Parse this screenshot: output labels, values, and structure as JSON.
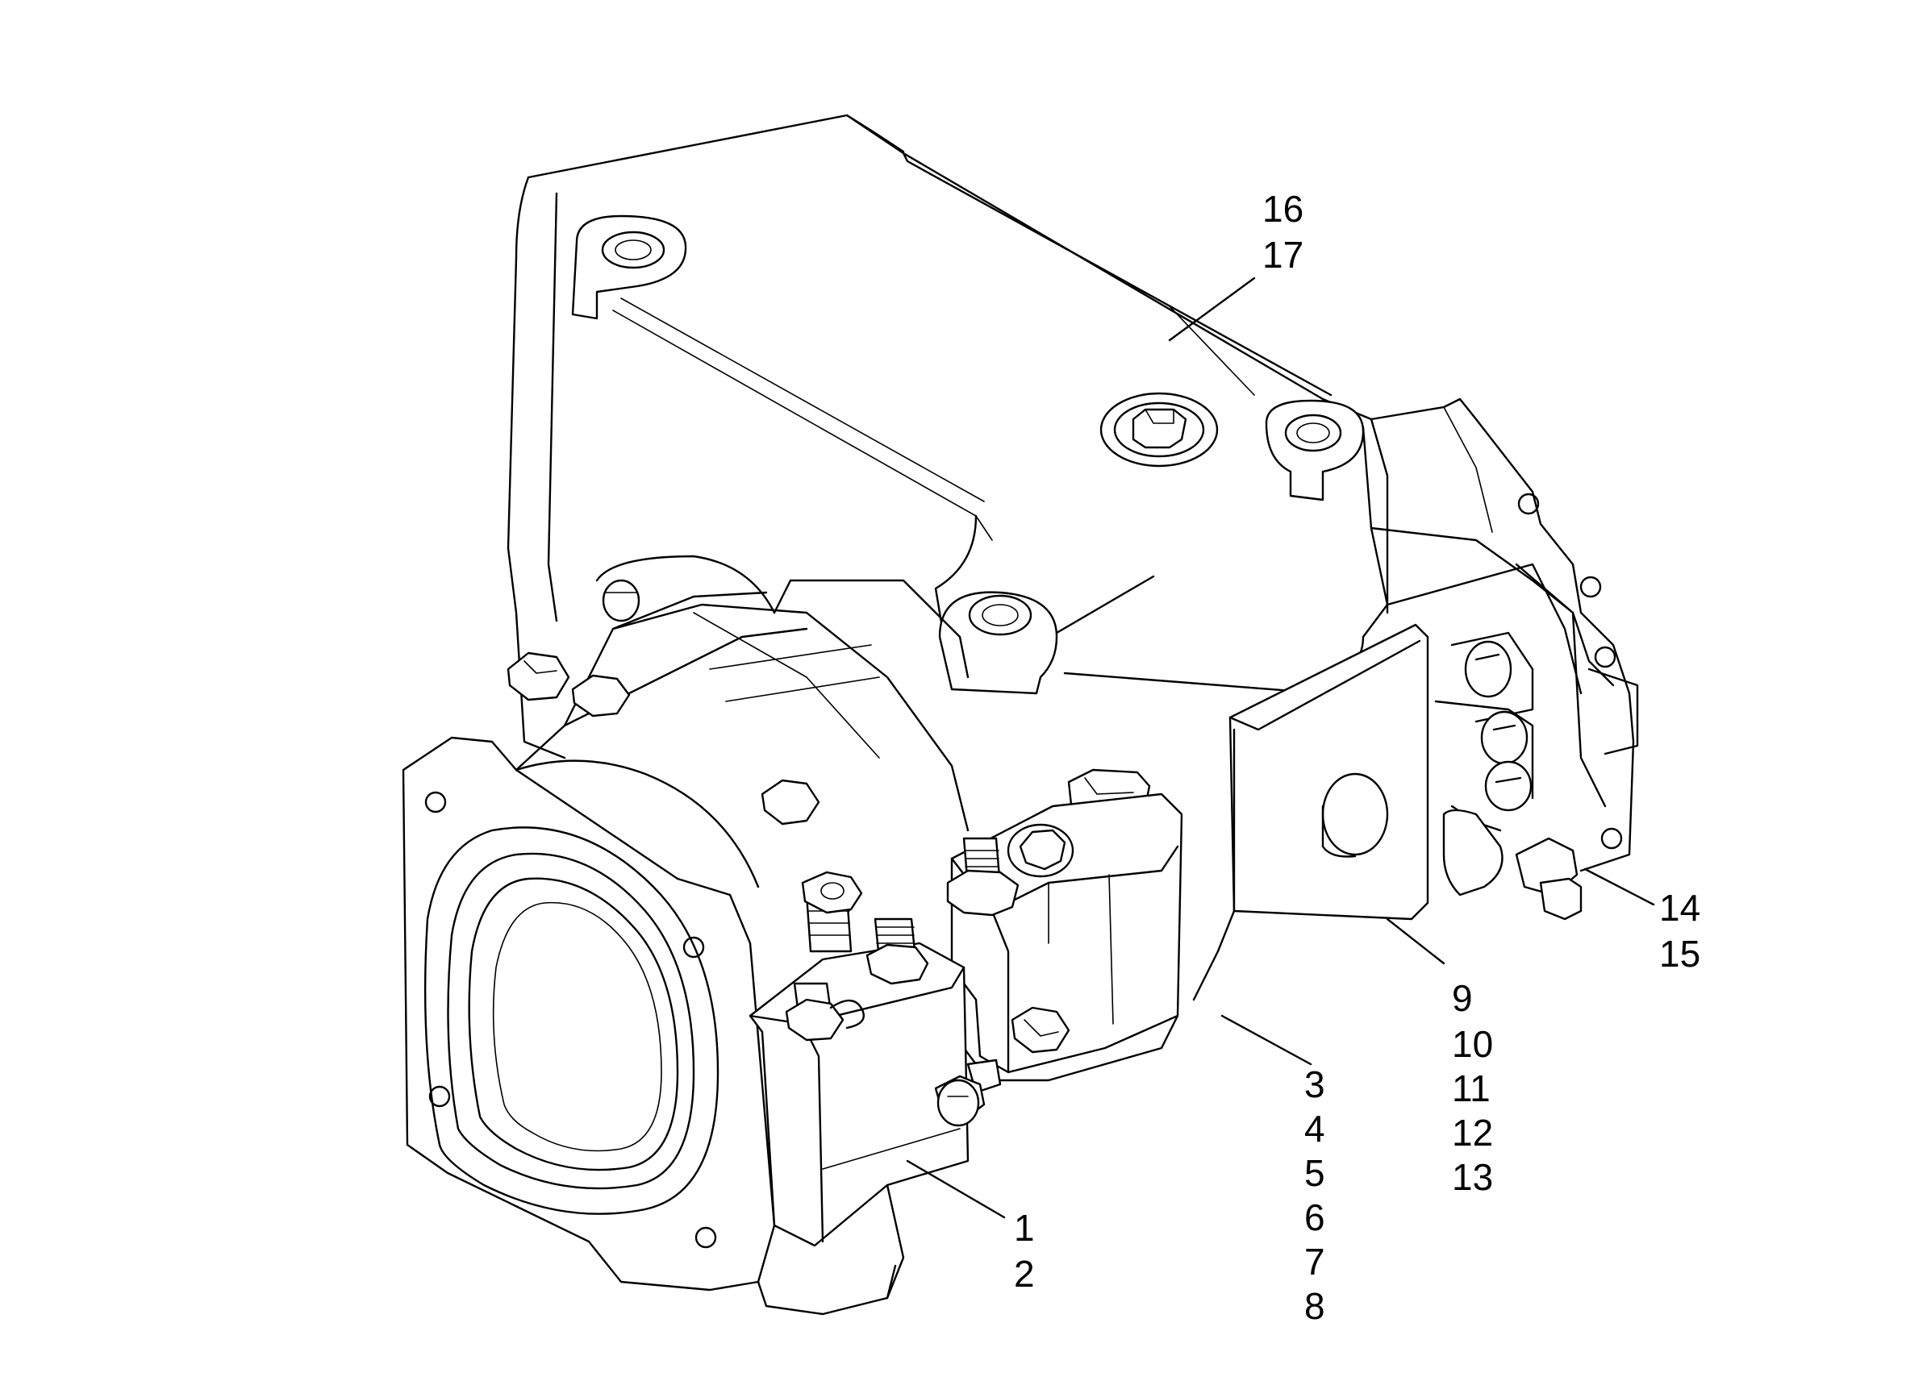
{
  "diagram": {
    "callouts": [
      {
        "id": "c16",
        "numbers": [
          "16",
          "17"
        ]
      },
      {
        "id": "c14",
        "numbers": [
          "14",
          "15"
        ]
      },
      {
        "id": "c9",
        "numbers": [
          "9",
          "10",
          "11",
          "12",
          "13"
        ]
      },
      {
        "id": "c3",
        "numbers": [
          "3",
          "4",
          "5",
          "6",
          "7",
          "8"
        ]
      },
      {
        "id": "c1",
        "numbers": [
          "1",
          "2"
        ]
      }
    ],
    "colors": {
      "line": "#000000",
      "background": "#ffffff"
    }
  }
}
